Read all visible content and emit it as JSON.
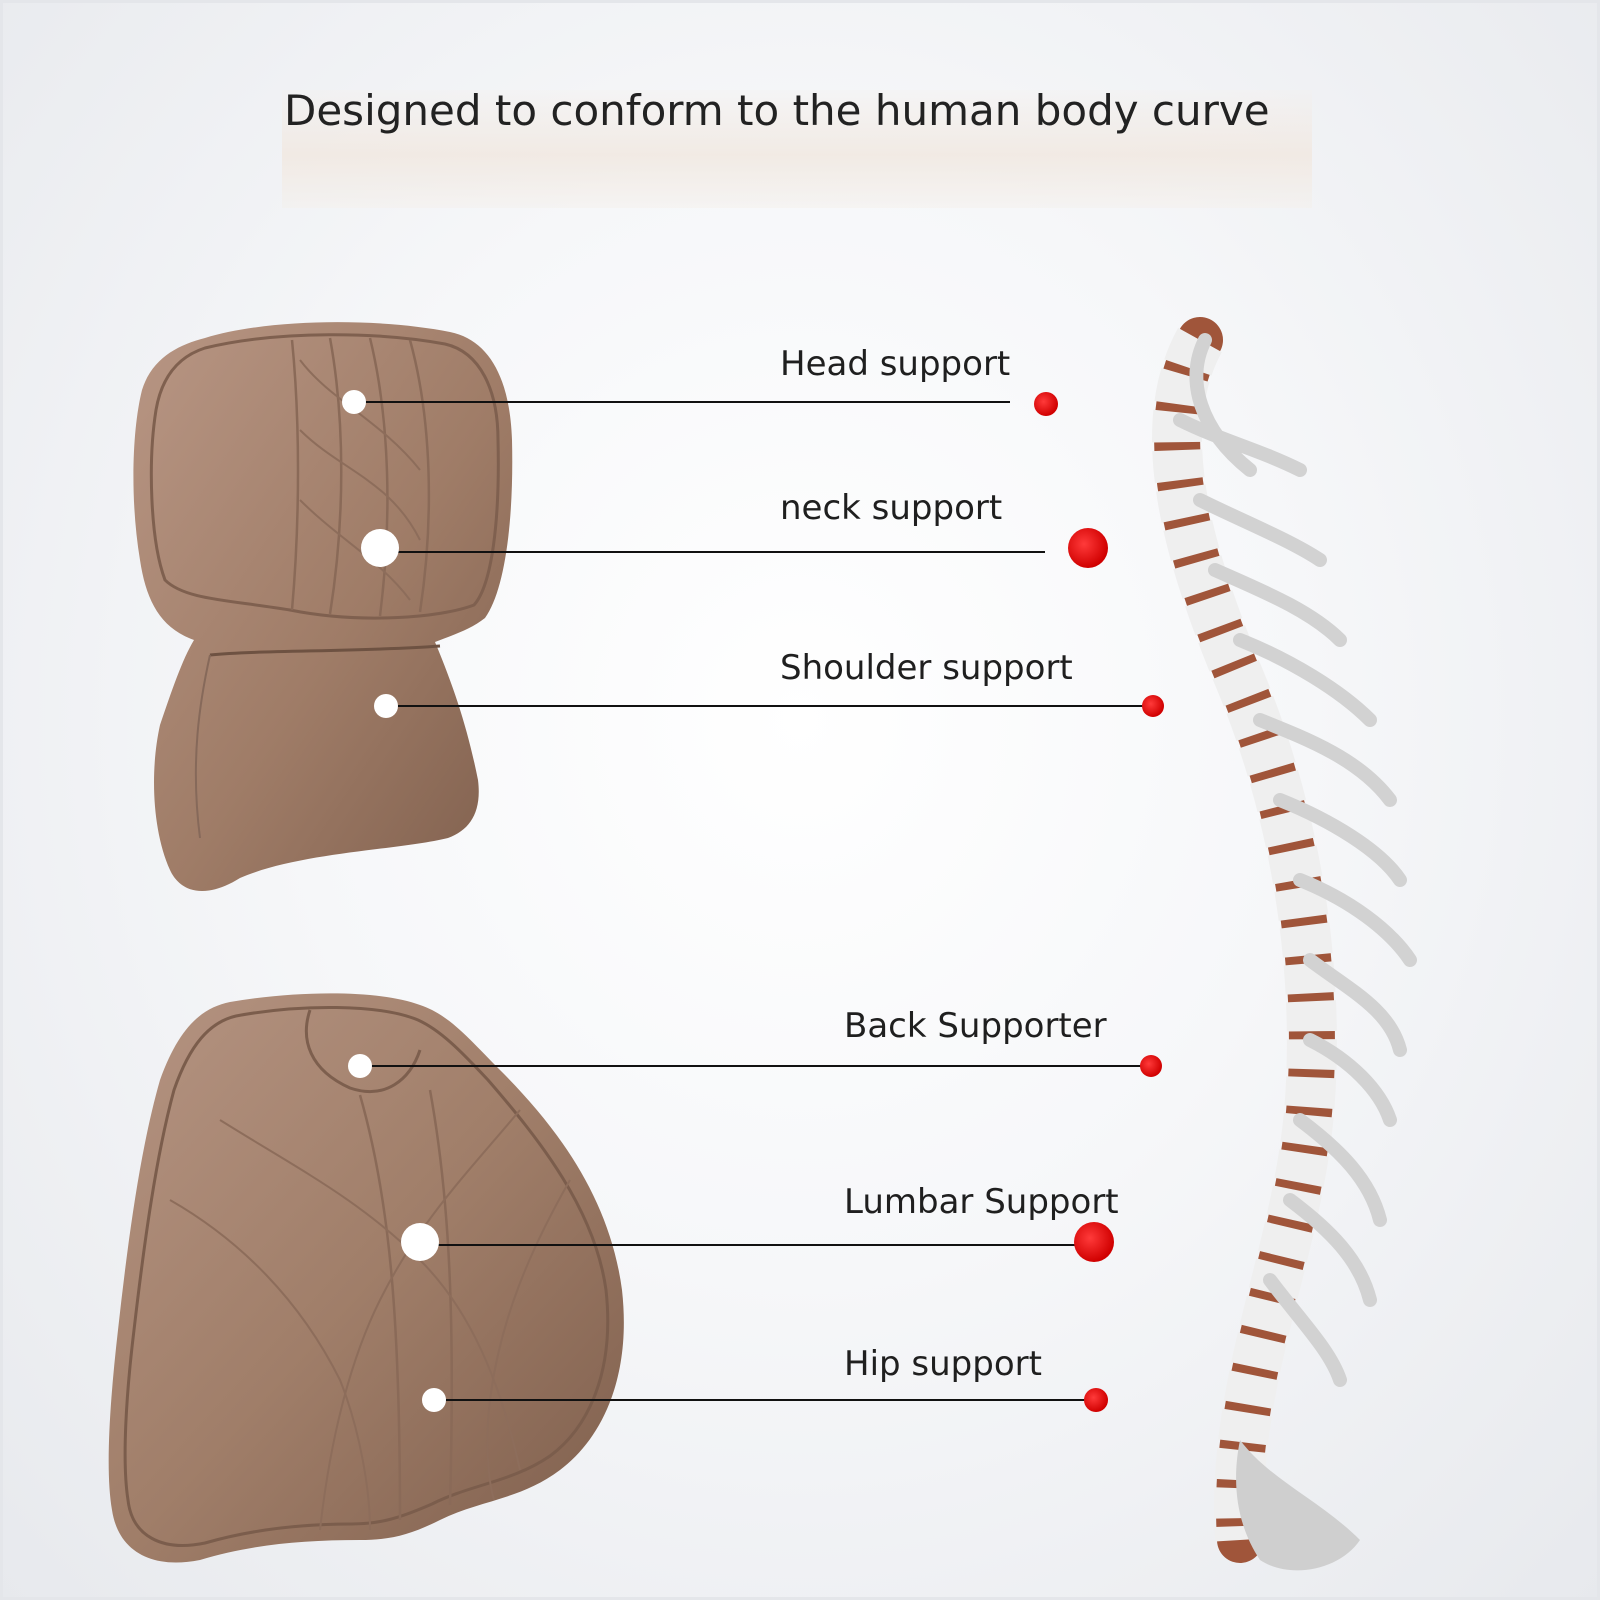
{
  "headline": "Designed to conform to the human body curve",
  "callouts": {
    "head": "Head support",
    "neck": "neck support",
    "shoulder": "Shoulder support",
    "back": "Back Supporter",
    "lumbar": "Lumbar Support",
    "hip": "Hip support"
  },
  "colors": {
    "cushion": "#9e7b66",
    "marker": "#e00000",
    "leader_line": "#111111",
    "bone": "#e9e9e9",
    "disc": "#a0553a"
  }
}
